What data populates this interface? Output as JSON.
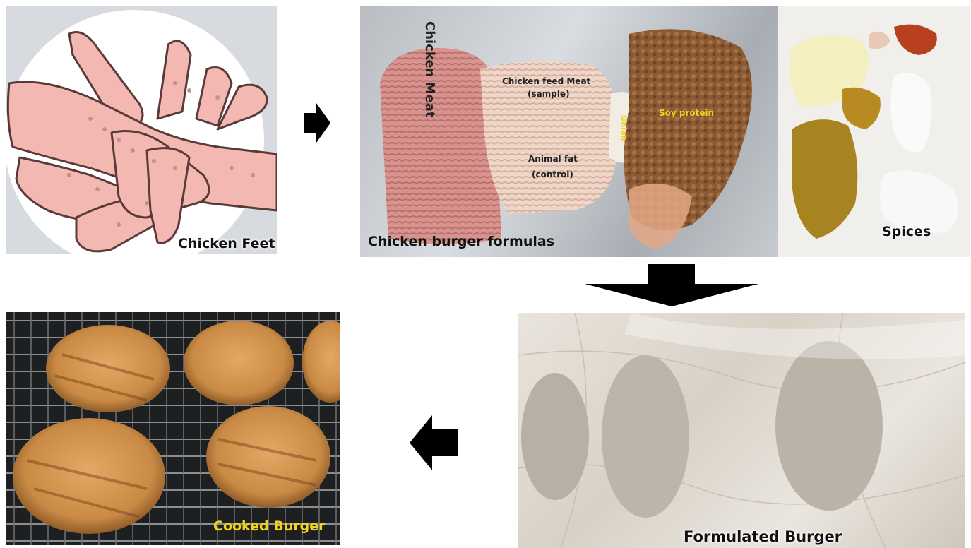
{
  "panels": {
    "feet": {
      "caption": "Chicken Feet"
    },
    "formulas": {
      "caption": "Chicken burger formulas",
      "labels": {
        "chicken_meat": "Chicken Meat",
        "feed_meat_line1": "Chicken feed Meat",
        "feed_meat_line2": "(sample)",
        "animal_fat_line1": "Animal fat",
        "animal_fat_line2": "(control)",
        "onion": "Onion",
        "soy_protein": "Soy protein"
      }
    },
    "spices": {
      "caption": "Spices"
    },
    "formulated": {
      "caption": "Formulated Burger"
    },
    "cooked": {
      "caption": "Cooked Burger"
    }
  },
  "colors": {
    "label_yellow": "#f2d21b",
    "arrow": "#000000",
    "caption_dark": "#111111"
  },
  "icons": [
    "right-arrow-icon",
    "down-arrow-icon",
    "left-arrow-icon"
  ]
}
